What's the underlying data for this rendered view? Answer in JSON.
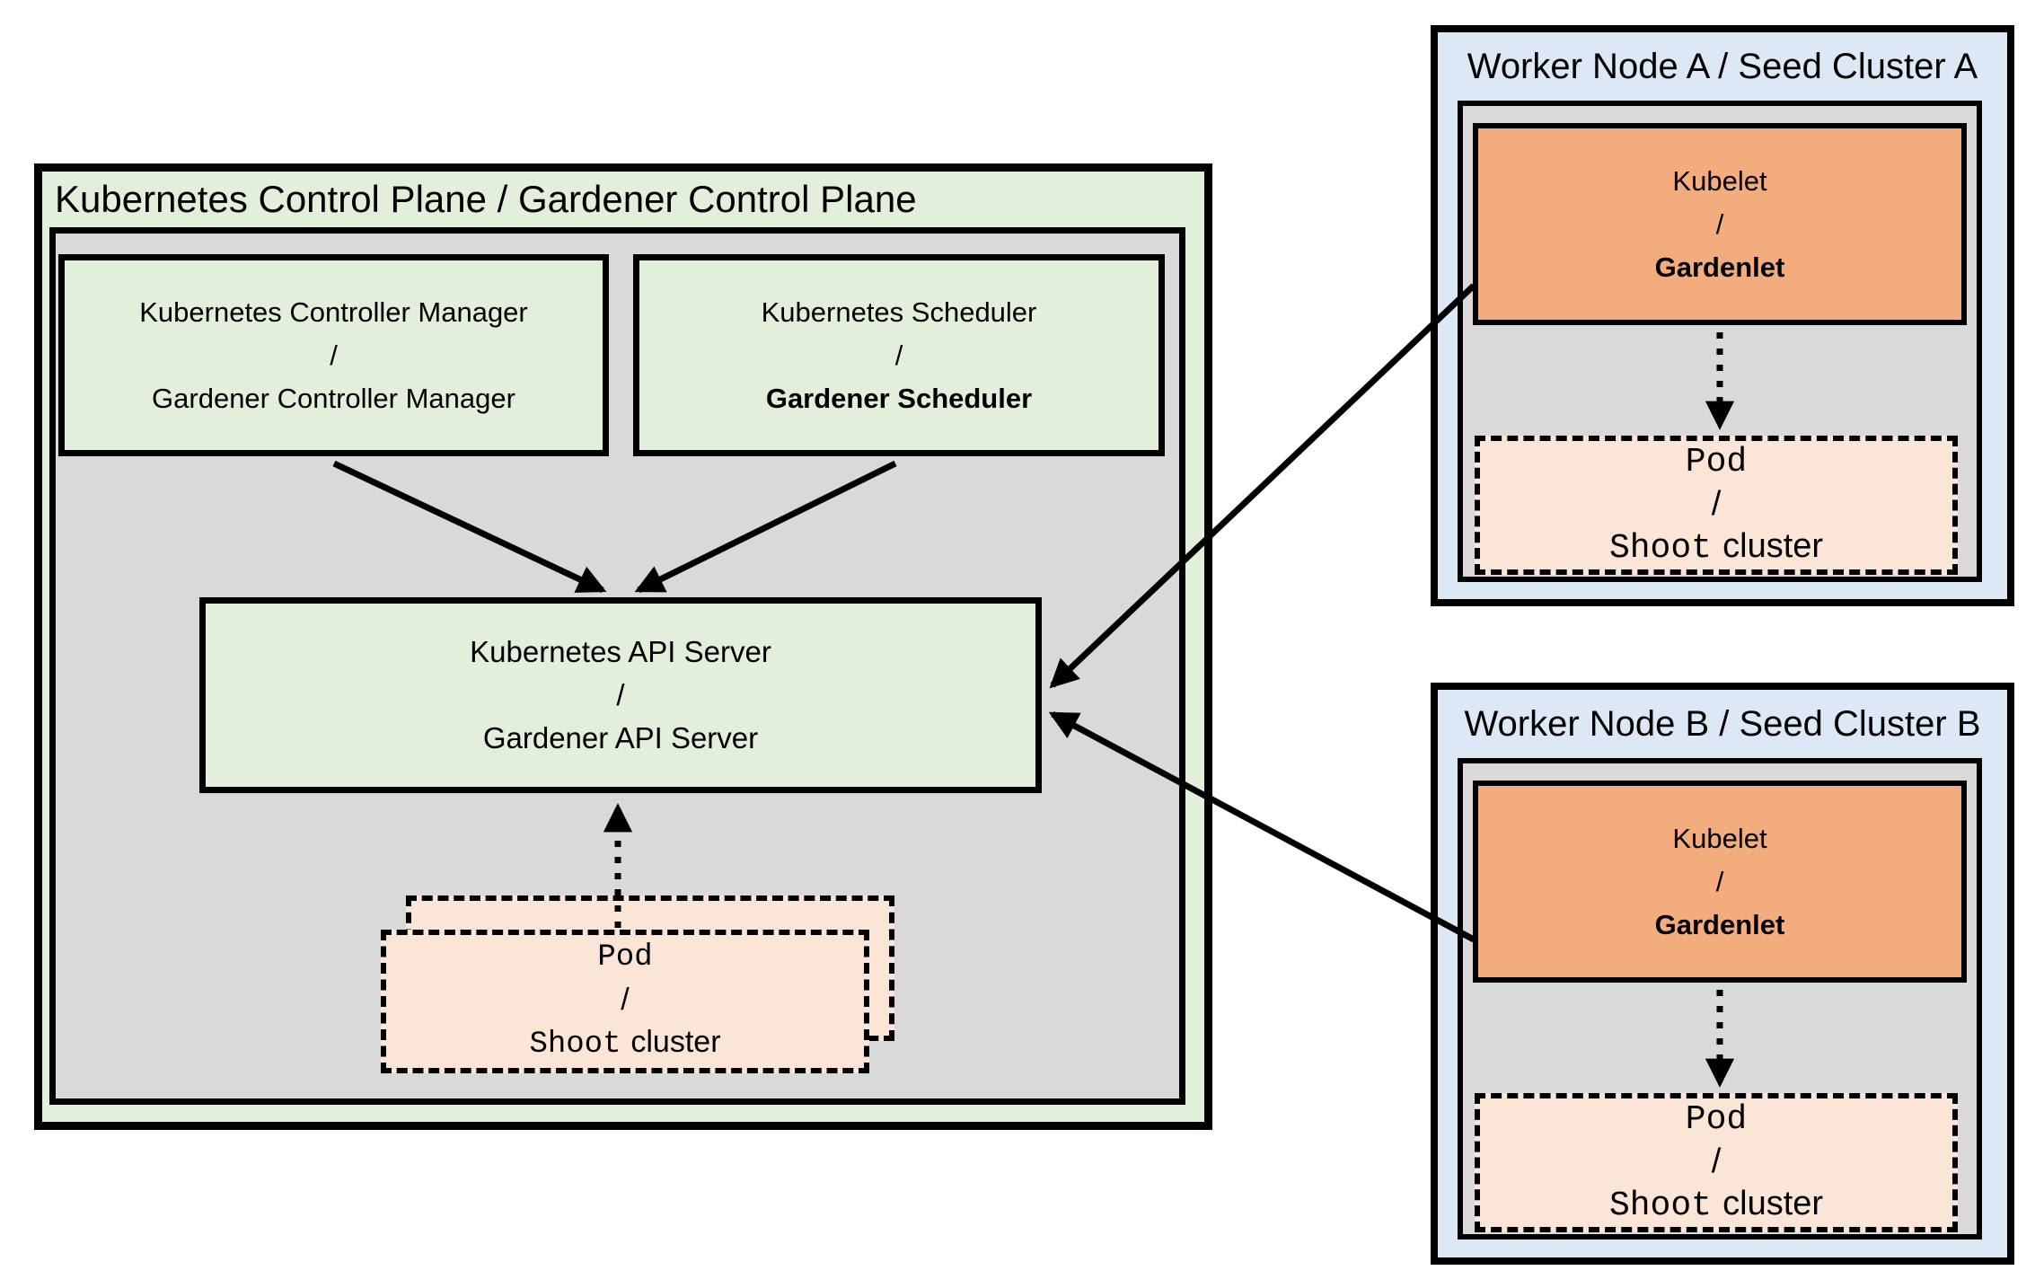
{
  "colors": {
    "light_green": "#e2efda",
    "panel_gray": "#d9d9d9",
    "light_blue": "#dce8f5",
    "orange": "#f3ac7e",
    "peach": "#fbe5d6",
    "line_black": "#000000",
    "background": "#ffffff"
  },
  "control_plane": {
    "title": "Kubernetes Control Plane / Gardener Control Plane",
    "controller_manager": {
      "line1": "Kubernetes Controller Manager",
      "slash": "/",
      "line2": "Gardener Controller Manager"
    },
    "scheduler": {
      "line1": "Kubernetes Scheduler",
      "slash": "/",
      "line2": "Gardener Scheduler"
    },
    "api_server": {
      "line1": "Kubernetes API Server",
      "slash": "/",
      "line2": "Gardener API Server"
    },
    "pod_stack": {
      "line1": "Pod",
      "slash": "/",
      "line2_mono": "Shoot",
      "line2_sans": "cluster"
    }
  },
  "workers": [
    {
      "title": "Worker Node A / Seed Cluster A",
      "kubelet": {
        "line1": "Kubelet",
        "slash": "/",
        "line2": "Gardenlet"
      },
      "pod": {
        "line1": "Pod",
        "slash": "/",
        "line2_mono": "Shoot",
        "line2_sans": "cluster"
      }
    },
    {
      "title": "Worker Node B / Seed Cluster B",
      "kubelet": {
        "line1": "Kubelet",
        "slash": "/",
        "line2": "Gardenlet"
      },
      "pod": {
        "line1": "Pod",
        "slash": "/",
        "line2_mono": "Shoot",
        "line2_sans": "cluster"
      }
    }
  ]
}
